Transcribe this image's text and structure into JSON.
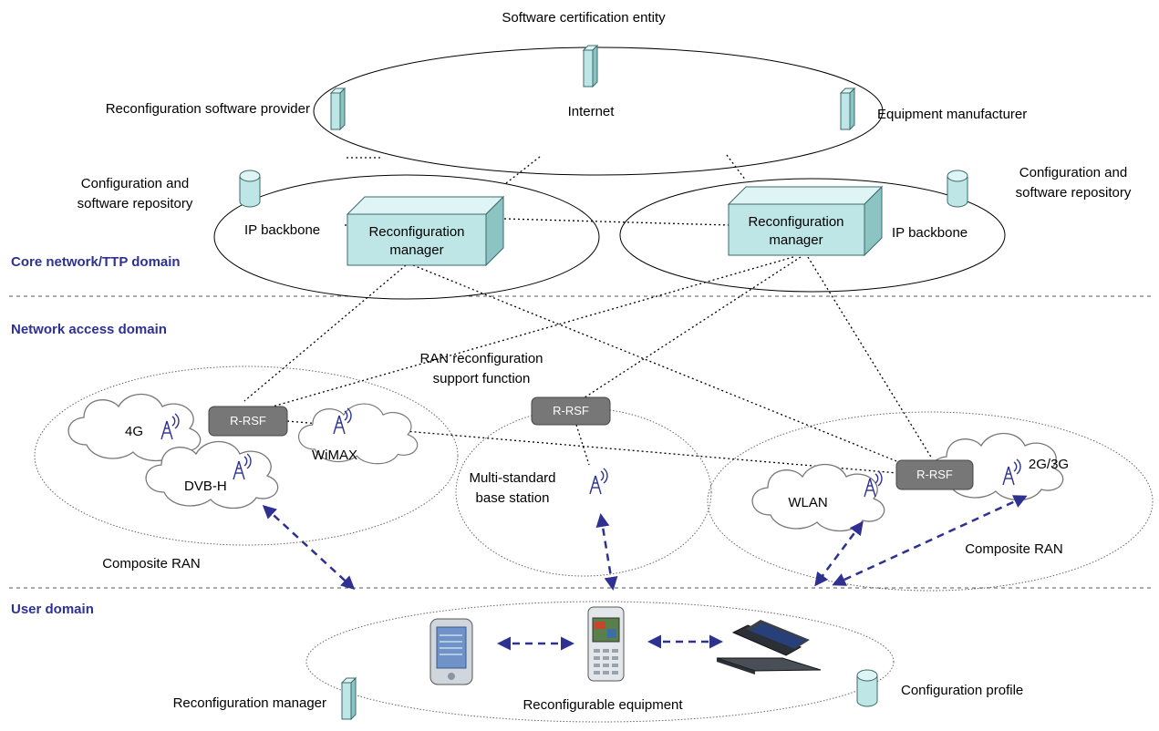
{
  "top": {
    "cert_entity": "Software certification entity",
    "sw_provider": "Reconfiguration software provider",
    "internet": "Internet",
    "manufacturer": "Equipment manufacturer"
  },
  "core": {
    "repo_left": [
      "Configuration and",
      "software repository"
    ],
    "repo_right": [
      "Configuration and",
      "software repository"
    ],
    "ip_backbone_left": "IP backbone",
    "ip_backbone_right": "IP backbone",
    "manager_left": [
      "Reconfiguration",
      "manager"
    ],
    "manager_right": [
      "Reconfiguration",
      "manager"
    ]
  },
  "domains": {
    "core": "Core network/TTP domain",
    "access": "Network access domain",
    "user": "User domain"
  },
  "access": {
    "rsf_function": [
      "RAN reconfiguration",
      "support function"
    ],
    "rsf_box": "R-RSF",
    "left_ran": {
      "c4g": "4G",
      "wimax": "WiMAX",
      "dvbh": "DVB-H",
      "composite": "Composite RAN"
    },
    "mid": [
      "Multi-standard",
      "base station"
    ],
    "right_ran": {
      "wlan": "WLAN",
      "c23g": "2G/3G",
      "composite": "Composite RAN"
    }
  },
  "user": {
    "manager": "Reconfiguration manager",
    "equipment": "Reconfigurable equipment",
    "profile": "Configuration profile"
  },
  "colors": {
    "box_fill": "#bfe6e6",
    "box_stroke": "#3d6b6b",
    "rsf_fill": "#777777",
    "arrow": "#2e3192",
    "domain_text": "#2e3192"
  }
}
